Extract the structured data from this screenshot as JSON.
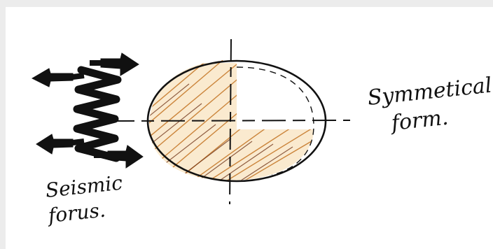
{
  "labels": {
    "form_line1": "Symmetical",
    "form_line2": "form.",
    "force_line1": "Seismic",
    "force_line2": "forus."
  },
  "colors": {
    "ink": "#111111",
    "hatch_light": "#e8a24a",
    "hatch_dark": "#6b2e12",
    "frame": "#ececec"
  }
}
